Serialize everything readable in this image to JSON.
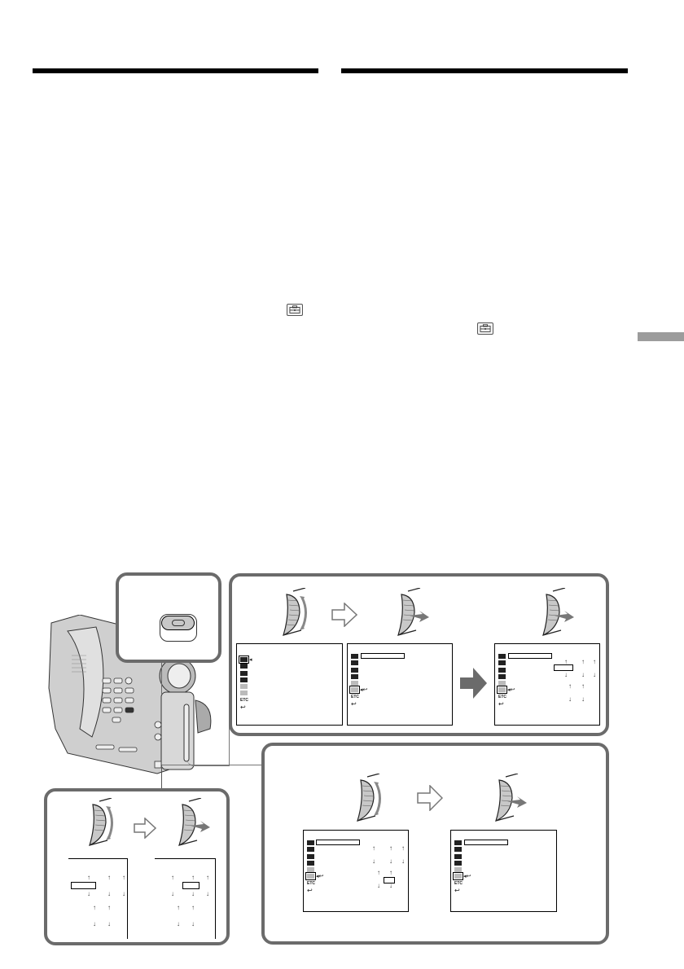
{
  "page": {
    "type": "camcorder manual page",
    "colors": {
      "rule": "#000000",
      "panel_border": "#6b6b6b",
      "side_tab": "#9c9c9c",
      "dial_fill": "#c8c8c8"
    }
  },
  "columns": {
    "left": {
      "header_rule": true,
      "inline_icon": "toolbox-menu-icon"
    },
    "right": {
      "header_rule": true,
      "inline_icon": "toolbox-menu-icon"
    }
  },
  "side_tab": {
    "label": ""
  },
  "illustrations": {
    "camcorder": {
      "icon": "camcorder-illustration",
      "callout_button": "menu-button"
    },
    "top_panel": {
      "steps": [
        {
          "dial": "control-dial-turn",
          "screen": "menu-top-level"
        },
        {
          "dial": "control-dial-press",
          "screen": "menu-setup-selected"
        },
        {
          "dial": "control-dial-press",
          "screen": "menu-setup-values"
        }
      ],
      "arrows": [
        "outline-arrow-right",
        "solid-arrow-right"
      ]
    },
    "bottom_left_panel": {
      "steps": [
        {
          "dial": "control-dial-turn",
          "screen": "value-adjust-a"
        },
        {
          "dial": "control-dial-press",
          "screen": "value-adjust-b"
        }
      ],
      "arrows": [
        "outline-arrow-right"
      ]
    },
    "bottom_right_panel": {
      "steps": [
        {
          "dial": "control-dial-turn",
          "screen": "menu-setup-values-2"
        },
        {
          "dial": "control-dial-press",
          "screen": "menu-setup-return"
        }
      ],
      "arrows": [
        "outline-arrow-right"
      ]
    }
  },
  "menu_icons": [
    "camera-set-icon",
    "vcr-set-icon",
    "lcd-vf-set-icon",
    "memory-set-icon",
    "tape-set-icon",
    "setup-menu-icon",
    "etc-label",
    "return-icon"
  ],
  "menu_labels": {
    "etc": "ETC",
    "return": "↩"
  }
}
